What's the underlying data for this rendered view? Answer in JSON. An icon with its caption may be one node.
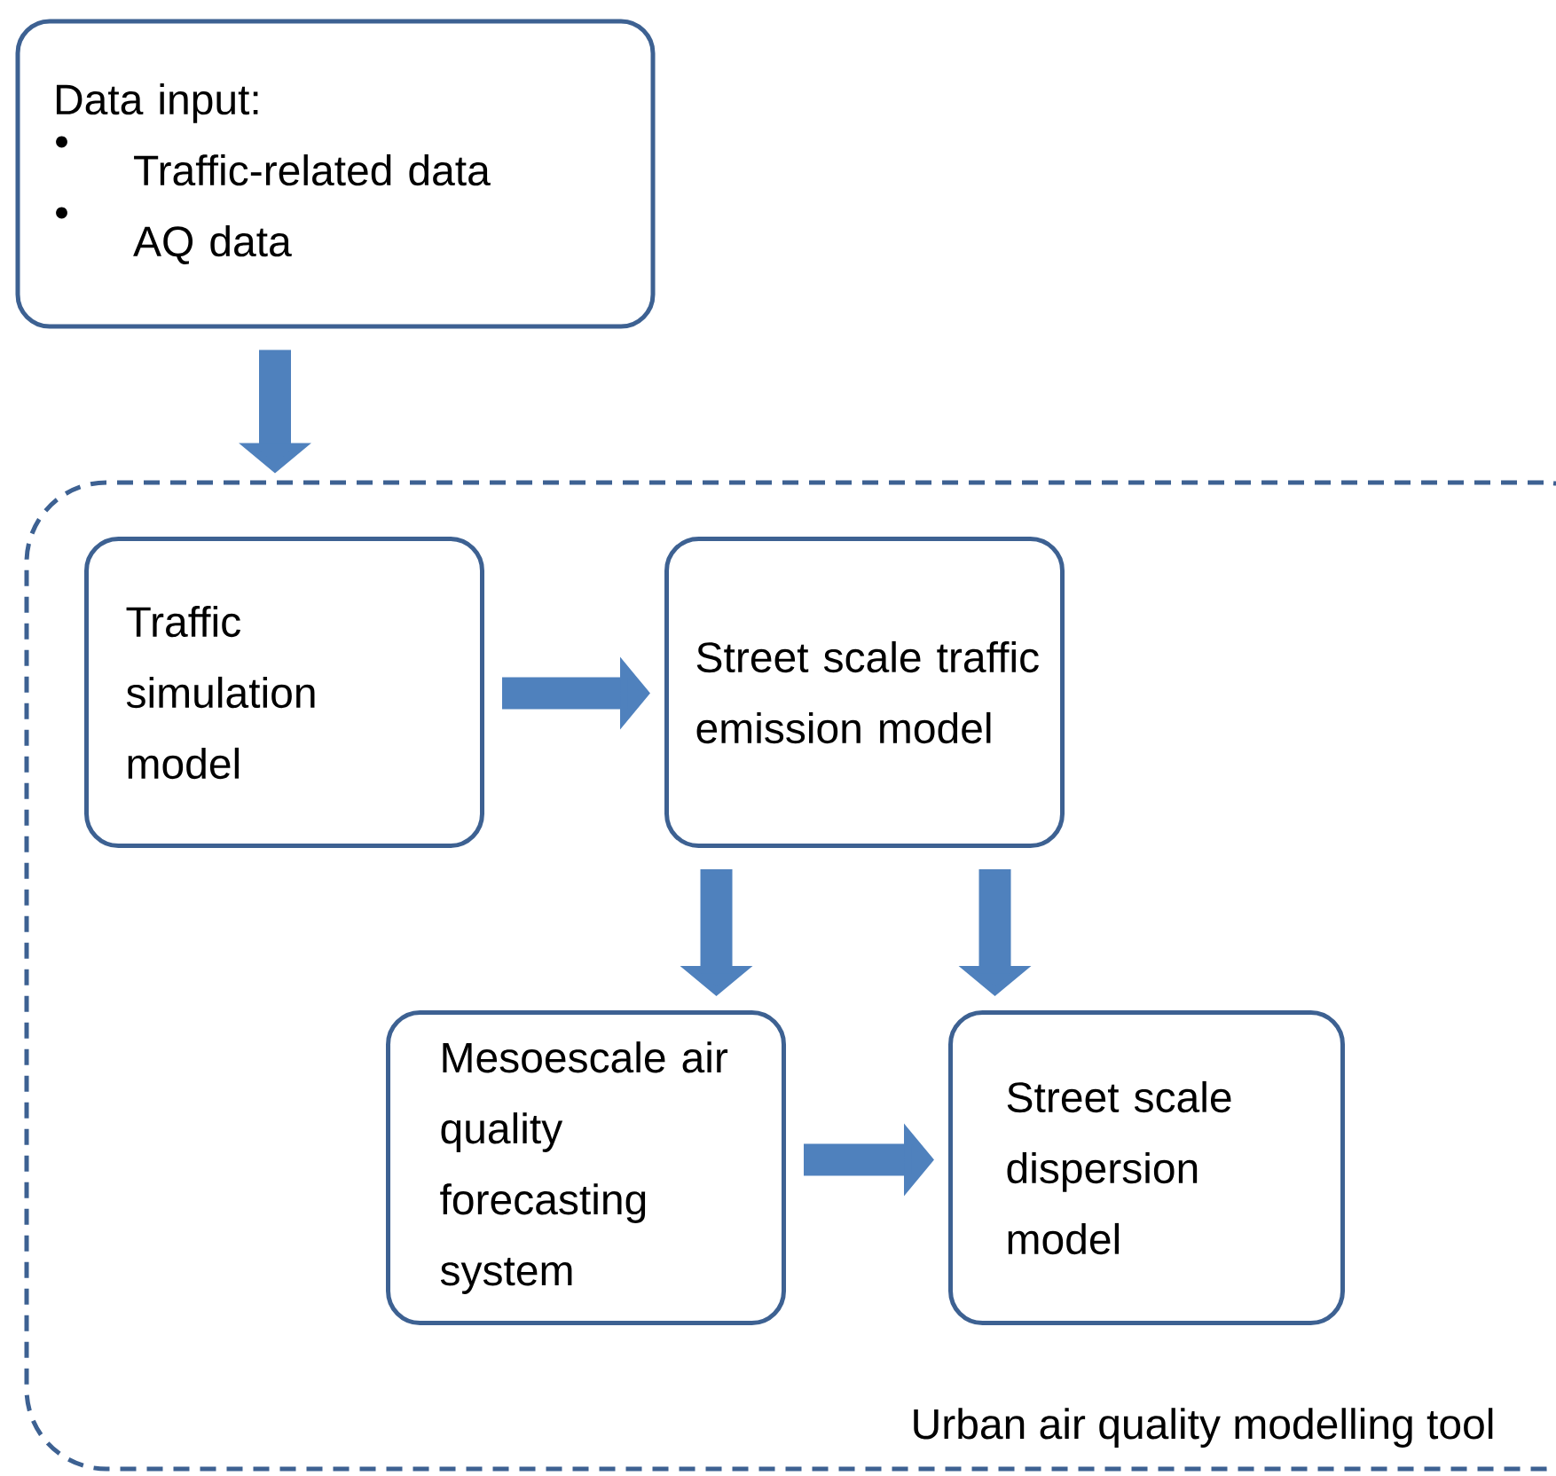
{
  "diagram": {
    "nodes": [
      {
        "text": [
          "Data input:",
          "Traffic-related data",
          "AQ data"
        ]
      },
      {
        "text": [
          "Urban air quality modelling tool"
        ]
      },
      {
        "text": [
          "Traffic simulation model"
        ],
        "in": 1
      },
      {
        "text": [
          "Street scale traffic emission model"
        ],
        "in": 1
      },
      {
        "text": [
          "Mesoescale air quality forecasting system"
        ],
        "in": 1
      },
      {
        "text": [
          "Street scale dispersion model"
        ],
        "in": 1
      }
    ],
    "edges": [
      {
        "from": 0,
        "to": 1,
        "arrow": "to"
      },
      {
        "from": 2,
        "to": 3,
        "arrow": "to"
      },
      {
        "from": 3,
        "to": 4,
        "arrow": "to"
      },
      {
        "from": 3,
        "to": 5,
        "arrow": "to"
      },
      {
        "from": 4,
        "to": 5,
        "arrow": "to"
      }
    ]
  }
}
